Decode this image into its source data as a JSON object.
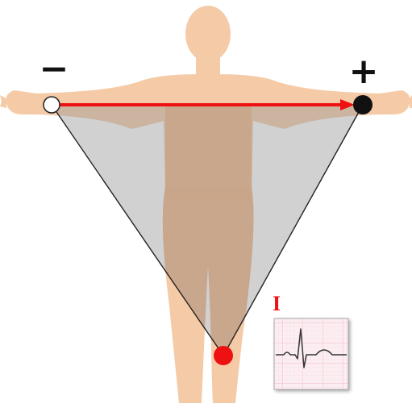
{
  "labels": {
    "negative_sign": "−",
    "positive_sign": "+",
    "lead_name": "I"
  },
  "colors": {
    "skin": "#f5cba7",
    "torso_overlay": "#c9a58a",
    "triangle_fill": "#c8c8c8",
    "lead_vector": "#ee1111",
    "electrode_negative": "#ffffff",
    "electrode_positive": "#111111",
    "electrode_ground": "#ee1111",
    "ecg_trace": "#333333",
    "ecg_grid": "#f2b8c6",
    "ecg_paper": "#fbeef2"
  },
  "icons": {
    "negative_electrode": "circle-white",
    "positive_electrode": "circle-black",
    "reference_electrode": "circle-red"
  }
}
